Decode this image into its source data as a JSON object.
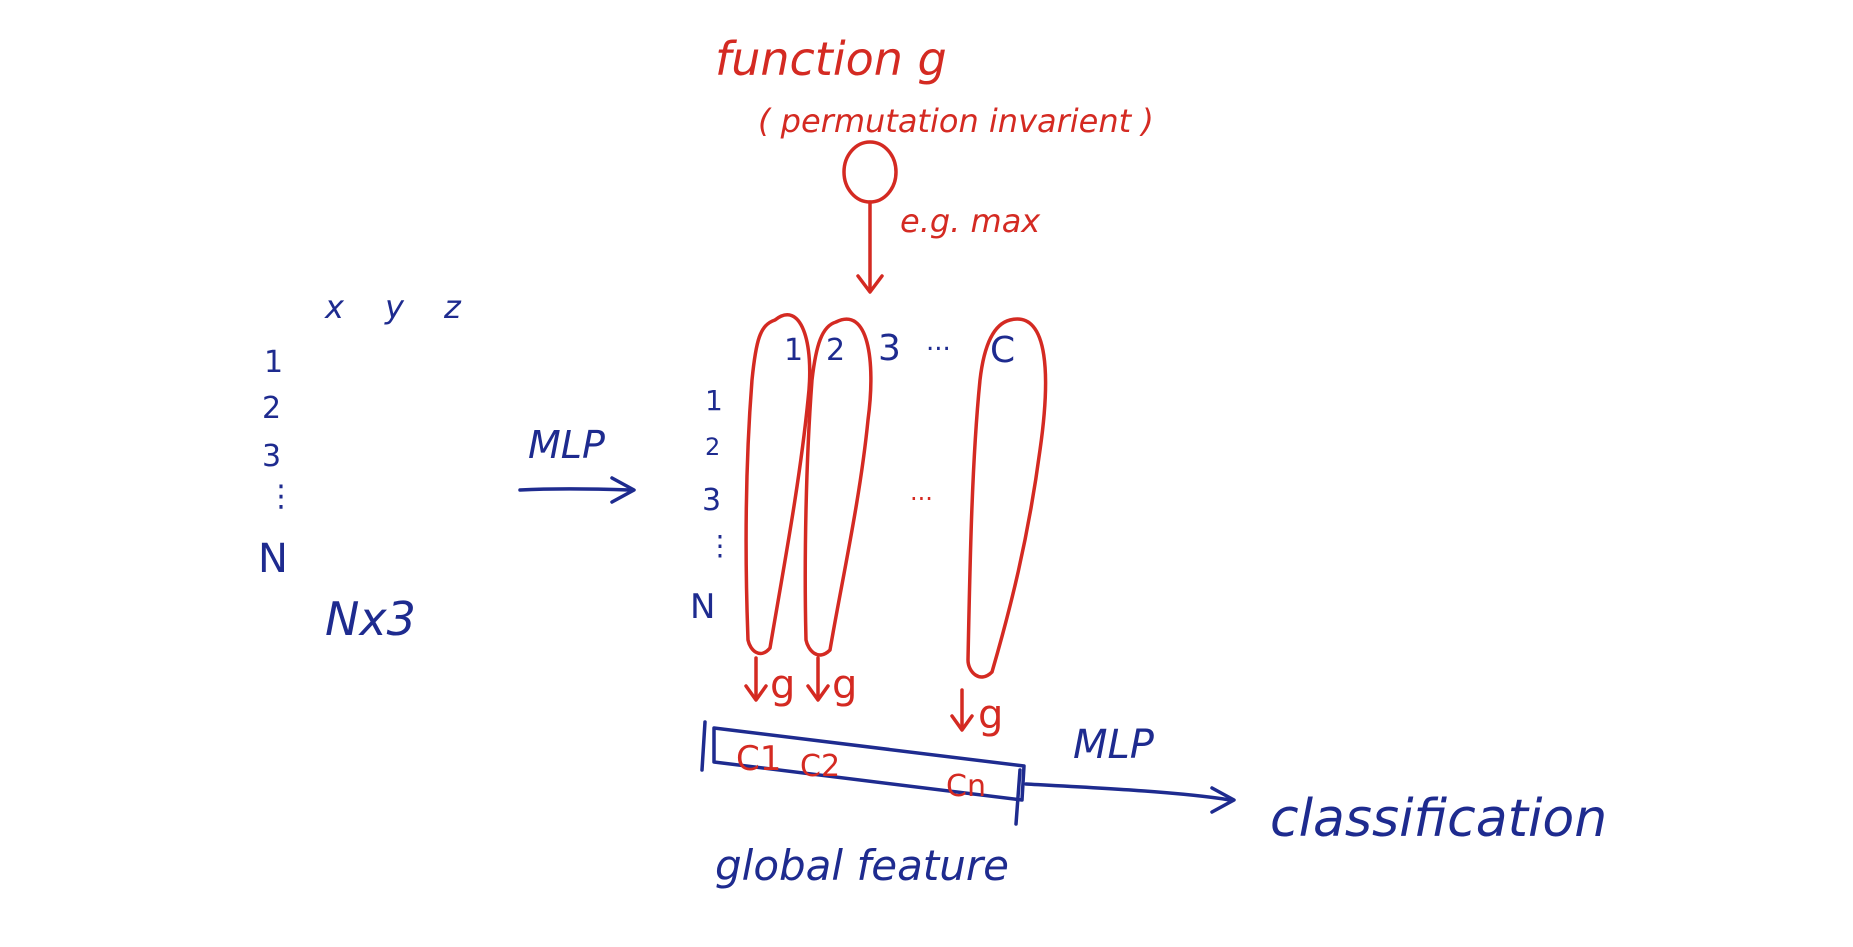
{
  "colors": {
    "red_ink": "#d42a22",
    "blue_ink": "#1e2b8f",
    "background": "#ffffff"
  },
  "top": {
    "function_label": "function g",
    "subtitle": "( permutation invarient )",
    "example": "e.g. max"
  },
  "input_matrix": {
    "columns": [
      "x",
      "y",
      "z"
    ],
    "rows": [
      "1",
      "2",
      "3",
      "⋮",
      "N"
    ],
    "shape": "Nx3"
  },
  "mlp1": {
    "label": "MLP"
  },
  "feature_matrix": {
    "columns": [
      "1",
      "2",
      "3",
      "...",
      "C"
    ],
    "rows": [
      "1",
      "2",
      "3",
      "⋮",
      "N"
    ],
    "middle_dots": "..."
  },
  "pooling": {
    "g_labels": [
      "g",
      "g",
      "g"
    ]
  },
  "global_feature": {
    "cells": [
      "C1",
      "C2",
      "Cn"
    ],
    "label": "global feature"
  },
  "mlp2": {
    "label": "MLP"
  },
  "output": {
    "label": "classification"
  }
}
